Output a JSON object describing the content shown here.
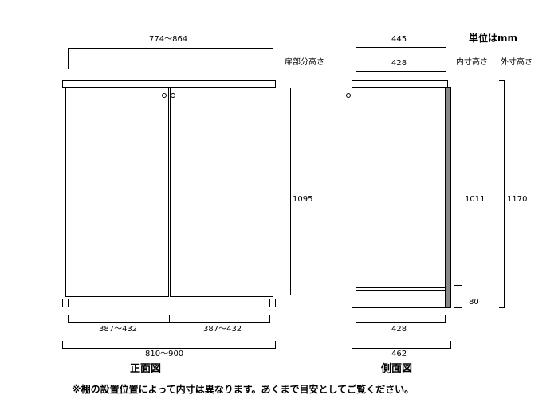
{
  "unit_label": "単位はmm",
  "front": {
    "caption": "正面図",
    "top_width": "774〜864",
    "door_height_label": "扉部分高さ",
    "door_height": "1095",
    "left_door_width": "387〜432",
    "right_door_width": "387〜432",
    "overall_width": "810〜900"
  },
  "side": {
    "caption": "側面図",
    "top_depth": "445",
    "inner_depth": "428",
    "inner_height_label": "内寸高さ",
    "outer_height_label": "外寸高さ",
    "inner_height": "1011",
    "outer_height": "1170",
    "plinth_height": "80",
    "bottom_inner_depth": "428",
    "overall_depth": "462"
  },
  "footnote": "※棚の設置位置によって内寸は異なります。あくまで目安としてご覧ください。"
}
